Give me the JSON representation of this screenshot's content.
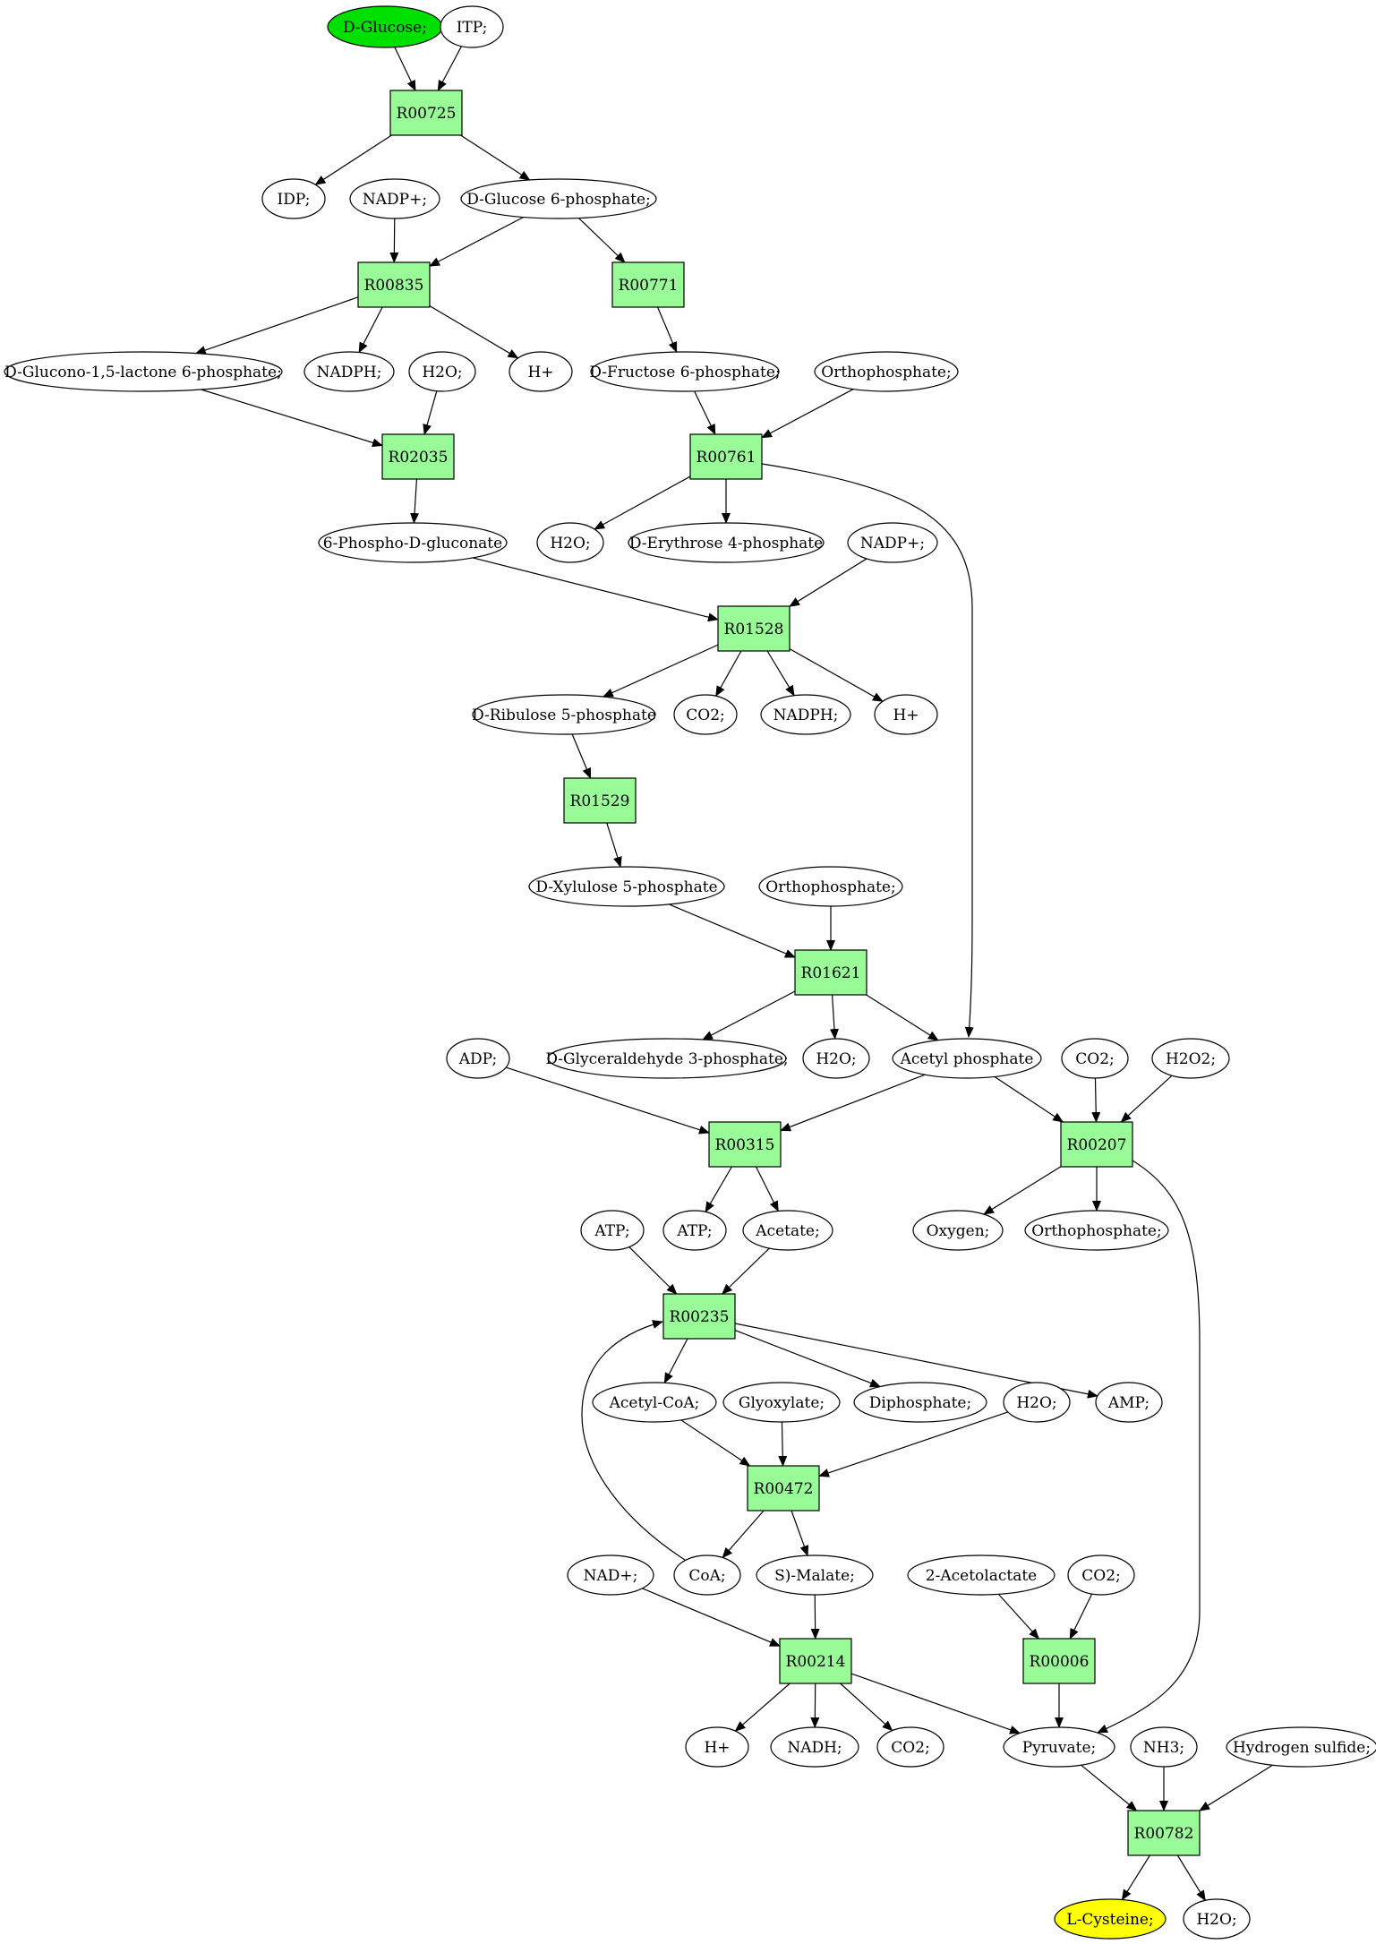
{
  "colors": {
    "reaction_fill": "#98fb98",
    "metabolite_fill": "#ffffff",
    "source_fill": "#00e000",
    "target_fill": "#ffff00",
    "stroke": "#000000"
  },
  "nodes": [
    {
      "id": "glc",
      "label": "D-Glucose;",
      "kind": "metabolite",
      "role": "source"
    },
    {
      "id": "itp",
      "label": "ITP;",
      "kind": "metabolite"
    },
    {
      "id": "R00725",
      "label": "R00725",
      "kind": "reaction"
    },
    {
      "id": "idp",
      "label": "IDP;",
      "kind": "metabolite"
    },
    {
      "id": "nadp1",
      "label": "NADP+;",
      "kind": "metabolite"
    },
    {
      "id": "g6p",
      "label": "D-Glucose 6-phosphate;",
      "kind": "metabolite"
    },
    {
      "id": "R00835",
      "label": "R00835",
      "kind": "reaction"
    },
    {
      "id": "R00771",
      "label": "R00771",
      "kind": "reaction"
    },
    {
      "id": "gl6p",
      "label": "D-Glucono-1,5-lactone 6-phosphate;",
      "kind": "metabolite"
    },
    {
      "id": "nadph1",
      "label": "NADPH;",
      "kind": "metabolite"
    },
    {
      "id": "h2o1",
      "label": "H2O;",
      "kind": "metabolite"
    },
    {
      "id": "h1",
      "label": "H+",
      "kind": "metabolite"
    },
    {
      "id": "f6p",
      "label": "D-Fructose 6-phosphate;",
      "kind": "metabolite"
    },
    {
      "id": "pi1",
      "label": "Orthophosphate;",
      "kind": "metabolite"
    },
    {
      "id": "R02035",
      "label": "R02035",
      "kind": "reaction"
    },
    {
      "id": "R00761",
      "label": "R00761",
      "kind": "reaction"
    },
    {
      "id": "pgl",
      "label": "6-Phospho-D-gluconate",
      "kind": "metabolite"
    },
    {
      "id": "h2o2",
      "label": "H2O;",
      "kind": "metabolite"
    },
    {
      "id": "e4p",
      "label": "D-Erythrose 4-phosphate",
      "kind": "metabolite"
    },
    {
      "id": "nadp2",
      "label": "NADP+;",
      "kind": "metabolite"
    },
    {
      "id": "R01528",
      "label": "R01528",
      "kind": "reaction"
    },
    {
      "id": "ru5p",
      "label": "D-Ribulose 5-phosphate",
      "kind": "metabolite"
    },
    {
      "id": "co2a",
      "label": "CO2;",
      "kind": "metabolite"
    },
    {
      "id": "nadph2",
      "label": "NADPH;",
      "kind": "metabolite"
    },
    {
      "id": "h2",
      "label": "H+",
      "kind": "metabolite"
    },
    {
      "id": "R01529",
      "label": "R01529",
      "kind": "reaction"
    },
    {
      "id": "xu5p",
      "label": "D-Xylulose 5-phosphate",
      "kind": "metabolite"
    },
    {
      "id": "pi2",
      "label": "Orthophosphate;",
      "kind": "metabolite"
    },
    {
      "id": "R01621",
      "label": "R01621",
      "kind": "reaction"
    },
    {
      "id": "adp",
      "label": "ADP;",
      "kind": "metabolite"
    },
    {
      "id": "gap",
      "label": "D-Glyceraldehyde 3-phosphate;",
      "kind": "metabolite"
    },
    {
      "id": "h2o3",
      "label": "H2O;",
      "kind": "metabolite"
    },
    {
      "id": "acp",
      "label": "Acetyl phosphate",
      "kind": "metabolite"
    },
    {
      "id": "co2b",
      "label": "CO2;",
      "kind": "metabolite"
    },
    {
      "id": "h2o2b",
      "label": "H2O2;",
      "kind": "metabolite"
    },
    {
      "id": "R00315",
      "label": "R00315",
      "kind": "reaction"
    },
    {
      "id": "R00207",
      "label": "R00207",
      "kind": "reaction"
    },
    {
      "id": "atp1",
      "label": "ATP;",
      "kind": "metabolite"
    },
    {
      "id": "atp2",
      "label": "ATP;",
      "kind": "metabolite"
    },
    {
      "id": "ace",
      "label": "Acetate;",
      "kind": "metabolite"
    },
    {
      "id": "oxy",
      "label": "Oxygen;",
      "kind": "metabolite"
    },
    {
      "id": "pi3",
      "label": "Orthophosphate;",
      "kind": "metabolite"
    },
    {
      "id": "R00235",
      "label": "R00235",
      "kind": "reaction"
    },
    {
      "id": "accoa",
      "label": "Acetyl-CoA;",
      "kind": "metabolite"
    },
    {
      "id": "glyox",
      "label": "Glyoxylate;",
      "kind": "metabolite"
    },
    {
      "id": "ppi",
      "label": "Diphosphate;",
      "kind": "metabolite"
    },
    {
      "id": "h2o4",
      "label": "H2O;",
      "kind": "metabolite"
    },
    {
      "id": "amp",
      "label": "AMP;",
      "kind": "metabolite"
    },
    {
      "id": "R00472",
      "label": "R00472",
      "kind": "reaction"
    },
    {
      "id": "nad",
      "label": "NAD+;",
      "kind": "metabolite"
    },
    {
      "id": "coa",
      "label": "CoA;",
      "kind": "metabolite"
    },
    {
      "id": "mal",
      "label": "S)-Malate;",
      "kind": "metabolite"
    },
    {
      "id": "acl",
      "label": "2-Acetolactate",
      "kind": "metabolite"
    },
    {
      "id": "co2c",
      "label": "CO2;",
      "kind": "metabolite"
    },
    {
      "id": "R00214",
      "label": "R00214",
      "kind": "reaction"
    },
    {
      "id": "R00006",
      "label": "R00006",
      "kind": "reaction"
    },
    {
      "id": "h3",
      "label": "H+",
      "kind": "metabolite"
    },
    {
      "id": "nadh",
      "label": "NADH;",
      "kind": "metabolite"
    },
    {
      "id": "co2d",
      "label": "CO2;",
      "kind": "metabolite"
    },
    {
      "id": "pyr",
      "label": "Pyruvate;",
      "kind": "metabolite"
    },
    {
      "id": "nh3",
      "label": "NH3;",
      "kind": "metabolite"
    },
    {
      "id": "h2s",
      "label": "Hydrogen sulfide;",
      "kind": "metabolite"
    },
    {
      "id": "R00782",
      "label": "R00782",
      "kind": "reaction"
    },
    {
      "id": "cys",
      "label": "L-Cysteine;",
      "kind": "metabolite",
      "role": "target"
    },
    {
      "id": "h2o5",
      "label": "H2O;",
      "kind": "metabolite"
    }
  ],
  "edges": [
    [
      "glc",
      "R00725"
    ],
    [
      "itp",
      "R00725"
    ],
    [
      "R00725",
      "idp"
    ],
    [
      "R00725",
      "g6p"
    ],
    [
      "nadp1",
      "R00835"
    ],
    [
      "g6p",
      "R00835"
    ],
    [
      "g6p",
      "R00771"
    ],
    [
      "R00835",
      "gl6p"
    ],
    [
      "R00835",
      "nadph1"
    ],
    [
      "R00835",
      "h1"
    ],
    [
      "R00771",
      "f6p"
    ],
    [
      "gl6p",
      "R02035"
    ],
    [
      "h2o1",
      "R02035"
    ],
    [
      "f6p",
      "R00761"
    ],
    [
      "pi1",
      "R00761"
    ],
    [
      "R02035",
      "pgl"
    ],
    [
      "R00761",
      "h2o2"
    ],
    [
      "R00761",
      "e4p"
    ],
    [
      "R00761",
      "acp"
    ],
    [
      "pgl",
      "R01528"
    ],
    [
      "nadp2",
      "R01528"
    ],
    [
      "R01528",
      "ru5p"
    ],
    [
      "R01528",
      "co2a"
    ],
    [
      "R01528",
      "nadph2"
    ],
    [
      "R01528",
      "h2"
    ],
    [
      "ru5p",
      "R01529"
    ],
    [
      "R01529",
      "xu5p"
    ],
    [
      "xu5p",
      "R01621"
    ],
    [
      "pi2",
      "R01621"
    ],
    [
      "R01621",
      "gap"
    ],
    [
      "R01621",
      "h2o3"
    ],
    [
      "R01621",
      "acp"
    ],
    [
      "adp",
      "R00315"
    ],
    [
      "acp",
      "R00315"
    ],
    [
      "acp",
      "R00207"
    ],
    [
      "co2b",
      "R00207"
    ],
    [
      "h2o2b",
      "R00207"
    ],
    [
      "R00315",
      "atp2"
    ],
    [
      "R00315",
      "ace"
    ],
    [
      "R00207",
      "oxy"
    ],
    [
      "R00207",
      "pi3"
    ],
    [
      "R00207",
      "pyr"
    ],
    [
      "atp1",
      "R00235"
    ],
    [
      "ace",
      "R00235"
    ],
    [
      "coa",
      "R00235"
    ],
    [
      "R00235",
      "accoa"
    ],
    [
      "R00235",
      "ppi"
    ],
    [
      "R00235",
      "amp"
    ],
    [
      "accoa",
      "R00472"
    ],
    [
      "glyox",
      "R00472"
    ],
    [
      "h2o4",
      "R00472"
    ],
    [
      "R00472",
      "coa"
    ],
    [
      "R00472",
      "mal"
    ],
    [
      "nad",
      "R00214"
    ],
    [
      "mal",
      "R00214"
    ],
    [
      "acl",
      "R00006"
    ],
    [
      "co2c",
      "R00006"
    ],
    [
      "R00214",
      "h3"
    ],
    [
      "R00214",
      "nadh"
    ],
    [
      "R00214",
      "co2d"
    ],
    [
      "R00214",
      "pyr"
    ],
    [
      "R00006",
      "pyr"
    ],
    [
      "pyr",
      "R00782"
    ],
    [
      "nh3",
      "R00782"
    ],
    [
      "h2s",
      "R00782"
    ],
    [
      "R00782",
      "cys"
    ],
    [
      "R00782",
      "h2o5"
    ]
  ]
}
